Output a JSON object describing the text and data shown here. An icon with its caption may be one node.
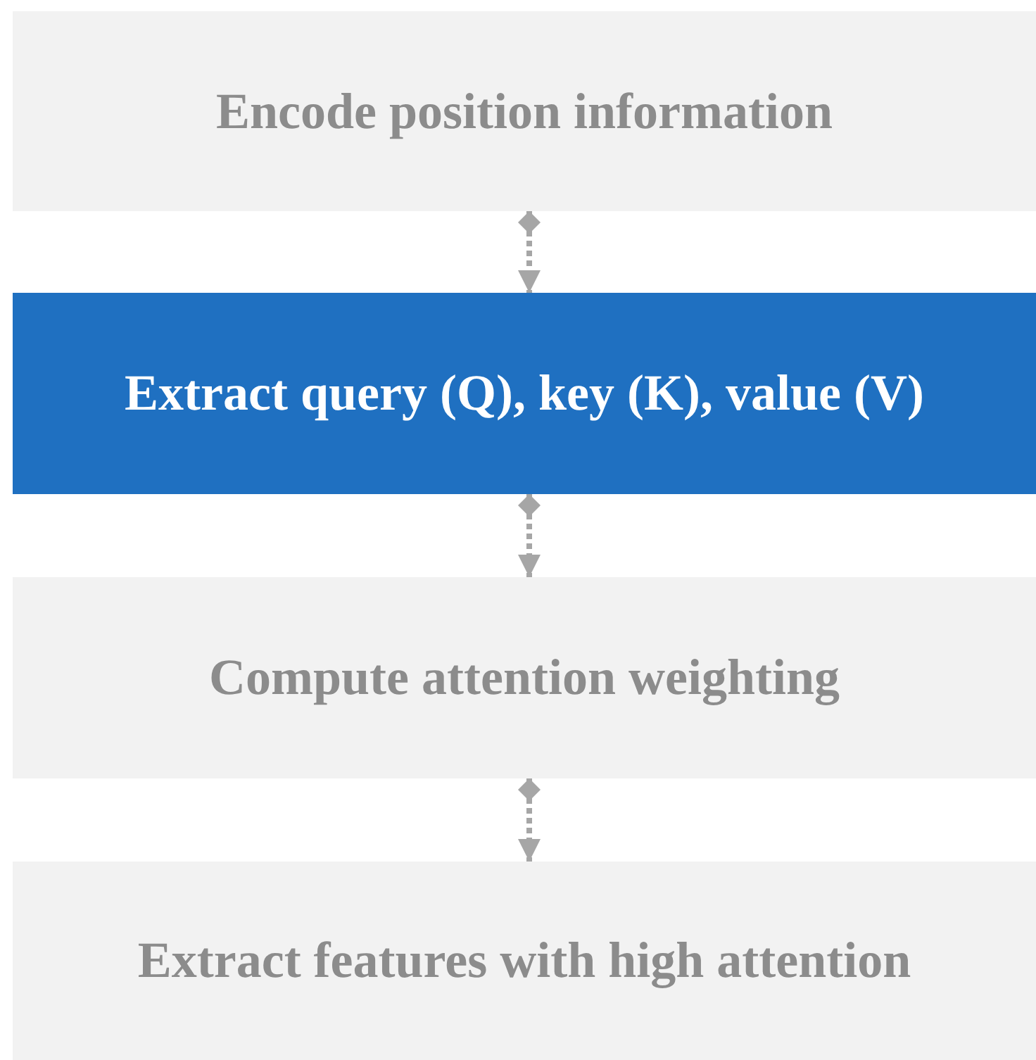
{
  "diagram": {
    "nodes": [
      {
        "text": [
          "Encode position information"
        ]
      },
      {
        "text": [
          "Extract query (Q), key (K), value (V)"
        ]
      },
      {
        "text": [
          "Compute attention weighting"
        ]
      },
      {
        "text": [
          "Extract features with high attention"
        ]
      }
    ],
    "edges": [
      {
        "from": 0,
        "to": 1,
        "arrow": "to",
        "style": "dashed"
      },
      {
        "from": 1,
        "to": 2,
        "arrow": "to",
        "style": "dashed"
      },
      {
        "from": 2,
        "to": 3,
        "arrow": "to",
        "style": "dashed"
      }
    ]
  }
}
